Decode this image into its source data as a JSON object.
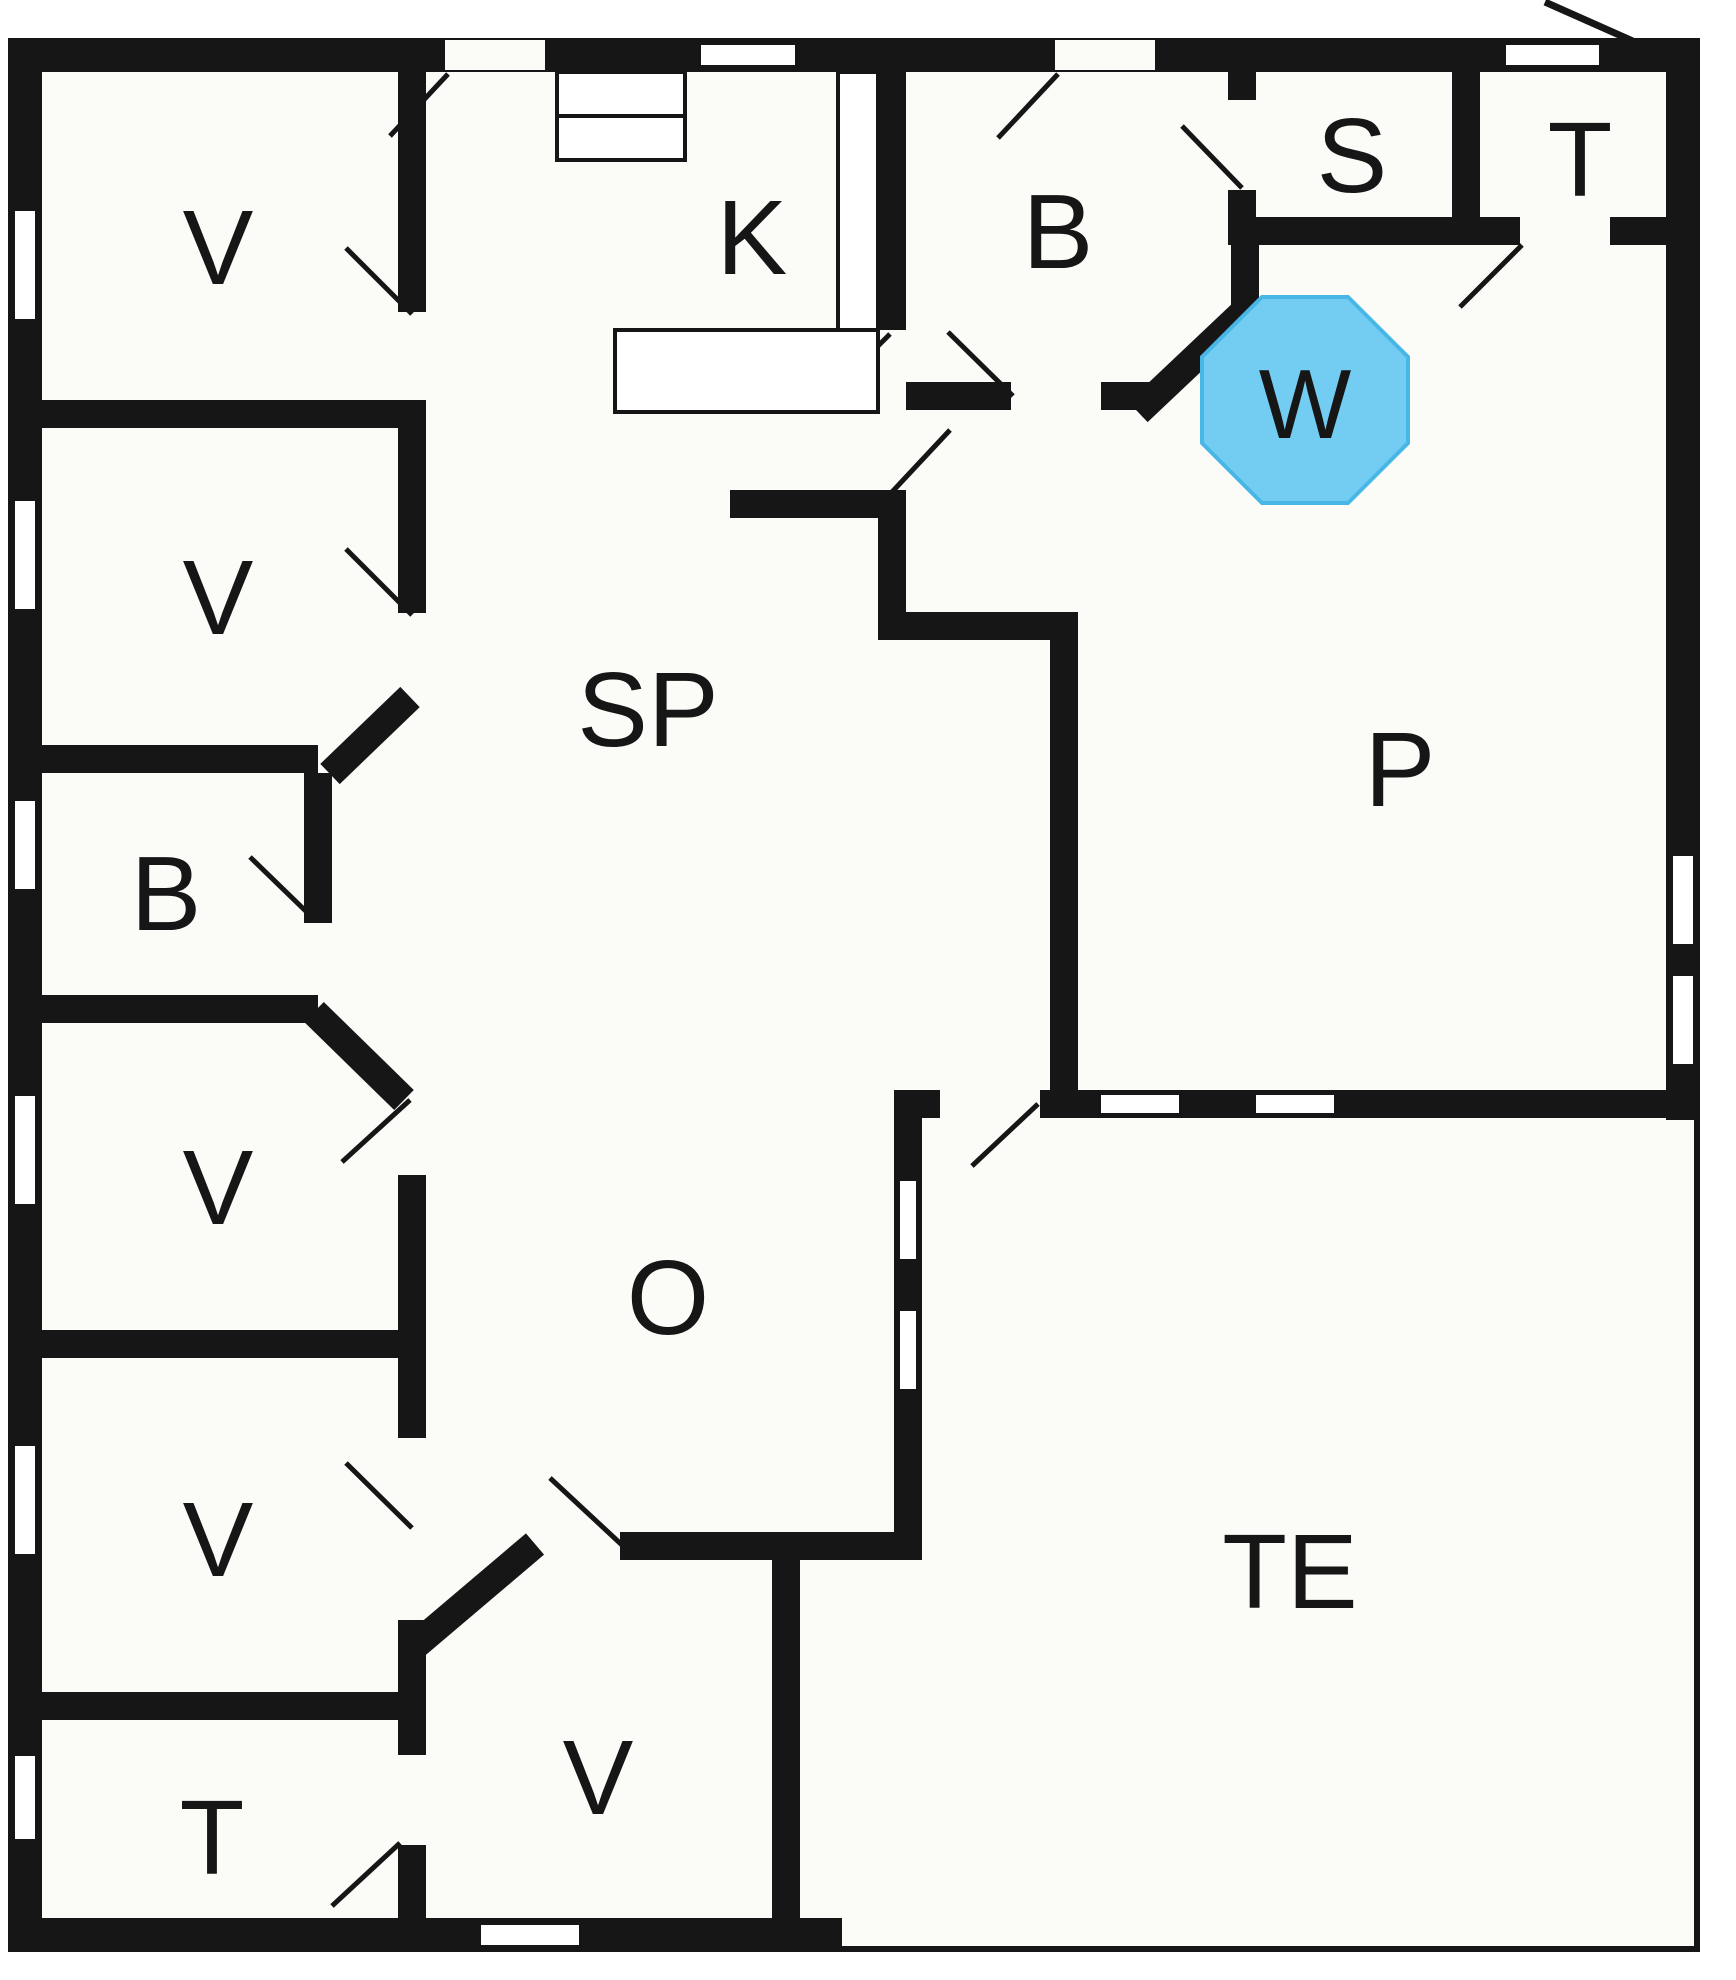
{
  "figure": {
    "type": "floor-plan",
    "highlight_shape": "octagon"
  },
  "colors": {
    "wall": "#161616",
    "floor": "#fbfbf8",
    "window": "#ffffff",
    "whirlpool_fill": "#73cdf3",
    "whirlpool_stroke": "#49b7e6"
  },
  "rooms": [
    {
      "id": "room-v1",
      "label": "V"
    },
    {
      "id": "room-v2",
      "label": "V"
    },
    {
      "id": "room-b-left",
      "label": "B"
    },
    {
      "id": "room-v3",
      "label": "V"
    },
    {
      "id": "room-v4",
      "label": "V"
    },
    {
      "id": "room-t-left",
      "label": "T"
    },
    {
      "id": "room-k",
      "label": "K"
    },
    {
      "id": "room-b-top",
      "label": "B"
    },
    {
      "id": "room-s",
      "label": "S"
    },
    {
      "id": "room-t-top",
      "label": "T"
    },
    {
      "id": "room-w",
      "label": "W"
    },
    {
      "id": "room-sp",
      "label": "SP"
    },
    {
      "id": "room-p",
      "label": "P"
    },
    {
      "id": "room-o",
      "label": "O"
    },
    {
      "id": "room-v-bottom",
      "label": "V"
    },
    {
      "id": "room-te",
      "label": "TE"
    }
  ]
}
